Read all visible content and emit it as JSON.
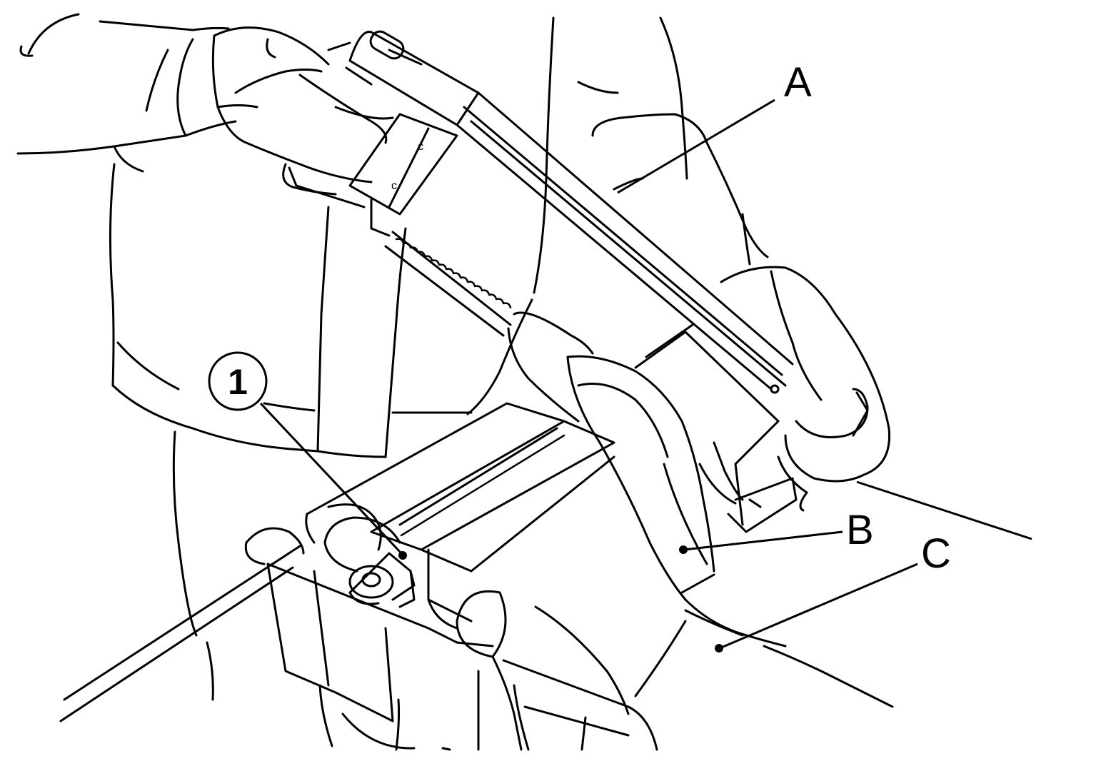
{
  "callouts": {
    "a": {
      "label": "A"
    },
    "b": {
      "label": "B"
    },
    "c": {
      "label": "C"
    },
    "one": {
      "label": "1"
    }
  },
  "colors": {
    "line": "#000000",
    "background": "#ffffff"
  }
}
